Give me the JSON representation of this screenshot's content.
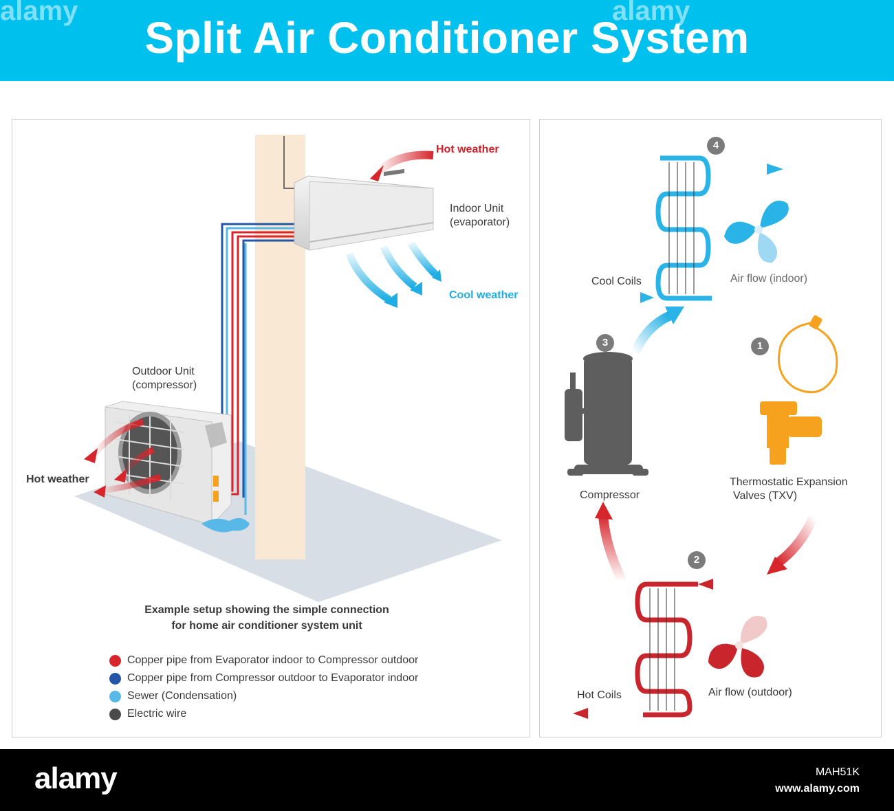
{
  "title": "Split Air Conditioner System",
  "left_panel": {
    "labels": {
      "hot_weather_top": "Hot weather",
      "indoor_unit_line1": "Indoor Unit",
      "indoor_unit_line2": "(evaporator)",
      "cool_weather": "Cool weather",
      "outdoor_unit_line1": "Outdoor Unit",
      "outdoor_unit_line2": "(compressor)",
      "hot_weather_left": "Hot weather"
    },
    "caption_line1": "Example setup showing the simple connection",
    "caption_line2": "for home air conditioner system unit",
    "legend": [
      {
        "text": "Copper pipe from Evaporator indoor to Compressor outdoor",
        "color": "#d6262c"
      },
      {
        "text": "Copper pipe from Compressor outdoor to Evaporator indoor",
        "color": "#2356a8"
      },
      {
        "text": "Sewer (Condensation)",
        "color": "#58b8e8"
      },
      {
        "text": "Electric wire",
        "color": "#4a4a4a"
      }
    ]
  },
  "right_panel": {
    "steps": [
      "1",
      "2",
      "3",
      "4"
    ],
    "labels": {
      "cool_coils": "Cool Coils",
      "air_flow_indoor": "Air flow (indoor)",
      "compressor": "Compressor",
      "txv_line1": "Thermostatic Expansion",
      "txv_line2": "Valves (TXV)",
      "hot_coils": "Hot Coils",
      "air_flow_outdoor": "Air flow (outdoor)"
    }
  },
  "colors": {
    "header": "#00c0ee",
    "hot": "#d6262c",
    "cool": "#1eaee4",
    "wall": "#fbeedd",
    "txv": "#f7a21e",
    "compressor": "#5e5e5e"
  },
  "footer": {
    "logo": "alamy",
    "image_id": "MAH51K",
    "url": "www.alamy.com"
  },
  "watermark": "alamy"
}
